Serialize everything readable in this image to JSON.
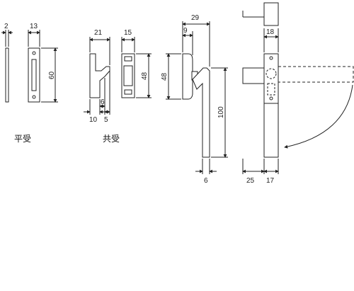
{
  "captions": {
    "flat_keeper": "平受",
    "shared_keeper": "共受"
  },
  "dimensions": {
    "flat_keeper_thickness": "2",
    "flat_keeper_width": "13",
    "flat_keeper_height": "60",
    "shared_keeper_depth": "21",
    "shared_keeper_width": "15",
    "shared_keeper_height": "48",
    "shared_keeper_gap": "6",
    "shared_keeper_base": "10",
    "shared_keeper_lip": "5",
    "handle_depth": "29",
    "handle_base_depth": "9",
    "handle_base_height": "48",
    "handle_length": "100",
    "handle_width": "6",
    "front_width": "18",
    "front_offset": "25",
    "front_base_width": "17"
  }
}
